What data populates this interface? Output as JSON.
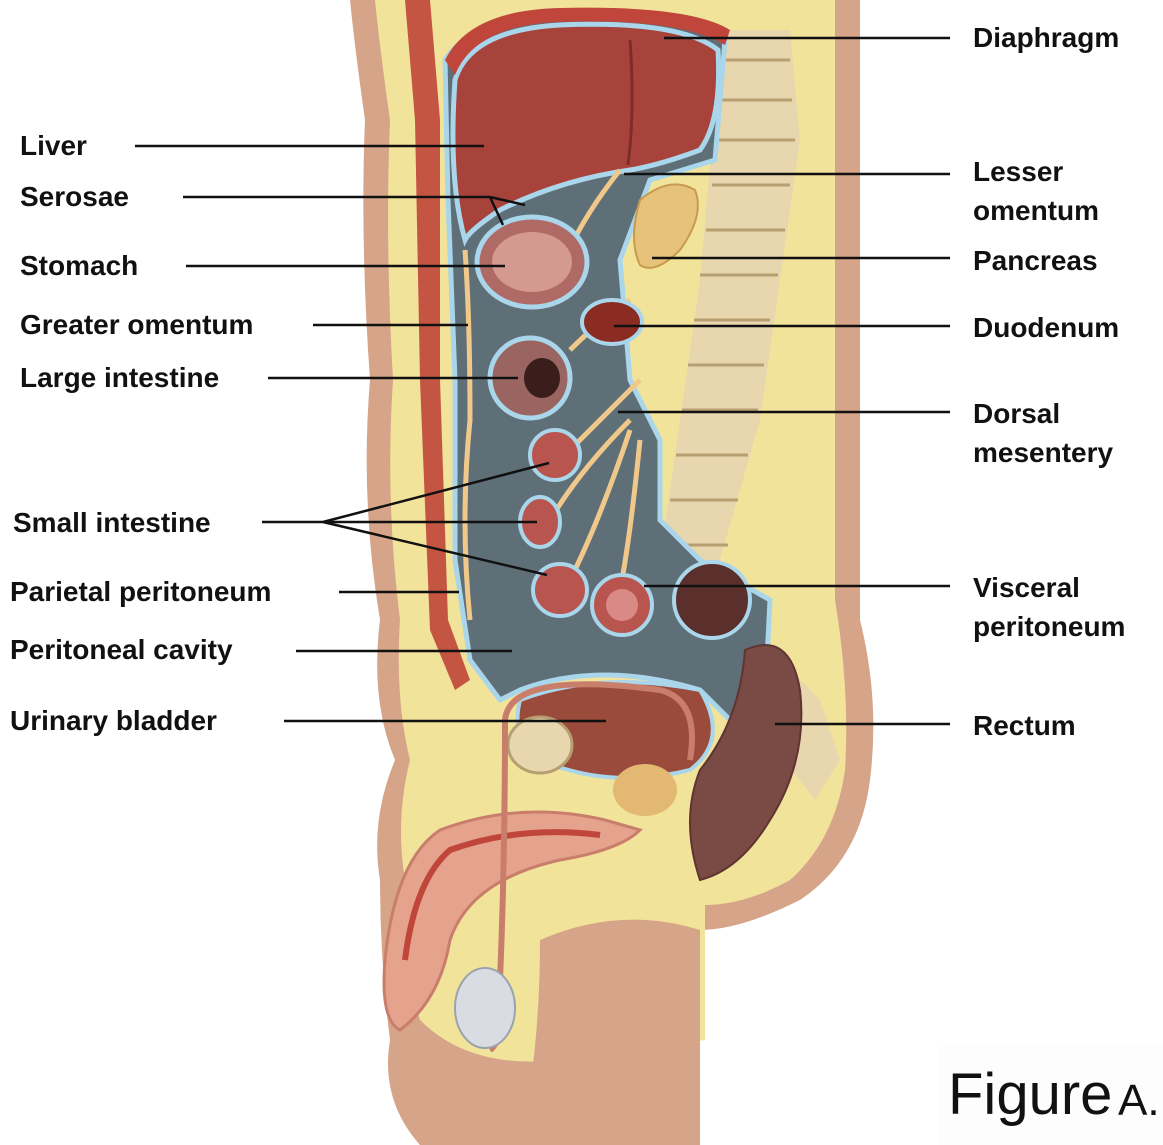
{
  "labels": {
    "diaphragm": "Diaphragm",
    "liver": "Liver",
    "lesser_omentum_1": "Lesser",
    "lesser_omentum_2": "omentum",
    "serosae": "Serosae",
    "pancreas": "Pancreas",
    "stomach": "Stomach",
    "greater_omentum": "Greater omentum",
    "duodenum": "Duodenum",
    "large_intestine": "Large intestine",
    "dorsal_mesentery_1": "Dorsal",
    "dorsal_mesentery_2": "mesentery",
    "small_intestine": "Small intestine",
    "parietal_peritoneum": "Parietal peritoneum",
    "visceral_peritoneum_1": "Visceral",
    "visceral_peritoneum_2": "peritoneum",
    "peritoneal_cavity": "Peritoneal cavity",
    "urinary_bladder": "Urinary bladder",
    "rectum": "Rectum"
  },
  "figure_caption": {
    "word": "Figure",
    "letter": "A."
  },
  "colors": {
    "skin": "#d6a589",
    "fat": "#f2e39a",
    "muscle": "#c0453a",
    "cavity": "#5f6f78",
    "serosa": "#a9d6ea",
    "liver": "#a8433c",
    "bone": "#e8d7ae",
    "organ_pink": "#c97f7a",
    "rectum": "#7a4a44"
  }
}
